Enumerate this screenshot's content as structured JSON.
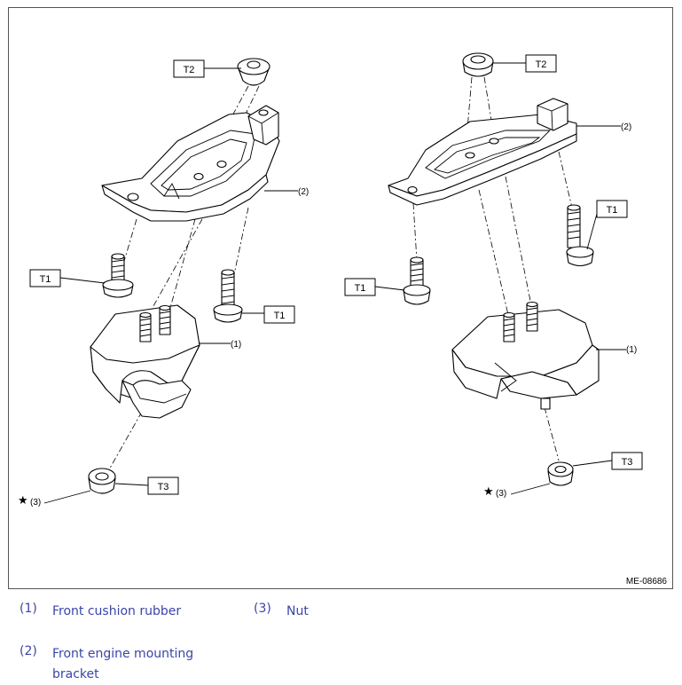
{
  "diagram": {
    "figure_id": "ME-08686",
    "callouts": {
      "t1": "T1",
      "t2": "T2",
      "t3": "T3",
      "ref1": "(1)",
      "ref2": "(2)",
      "ref3": "(3)",
      "star": "★"
    }
  },
  "legend": [
    {
      "num": "(1)",
      "label": "Front cushion rubber"
    },
    {
      "num": "(2)",
      "label": "Front engine mounting bracket"
    },
    {
      "num": "(3)",
      "label": "Nut"
    }
  ]
}
